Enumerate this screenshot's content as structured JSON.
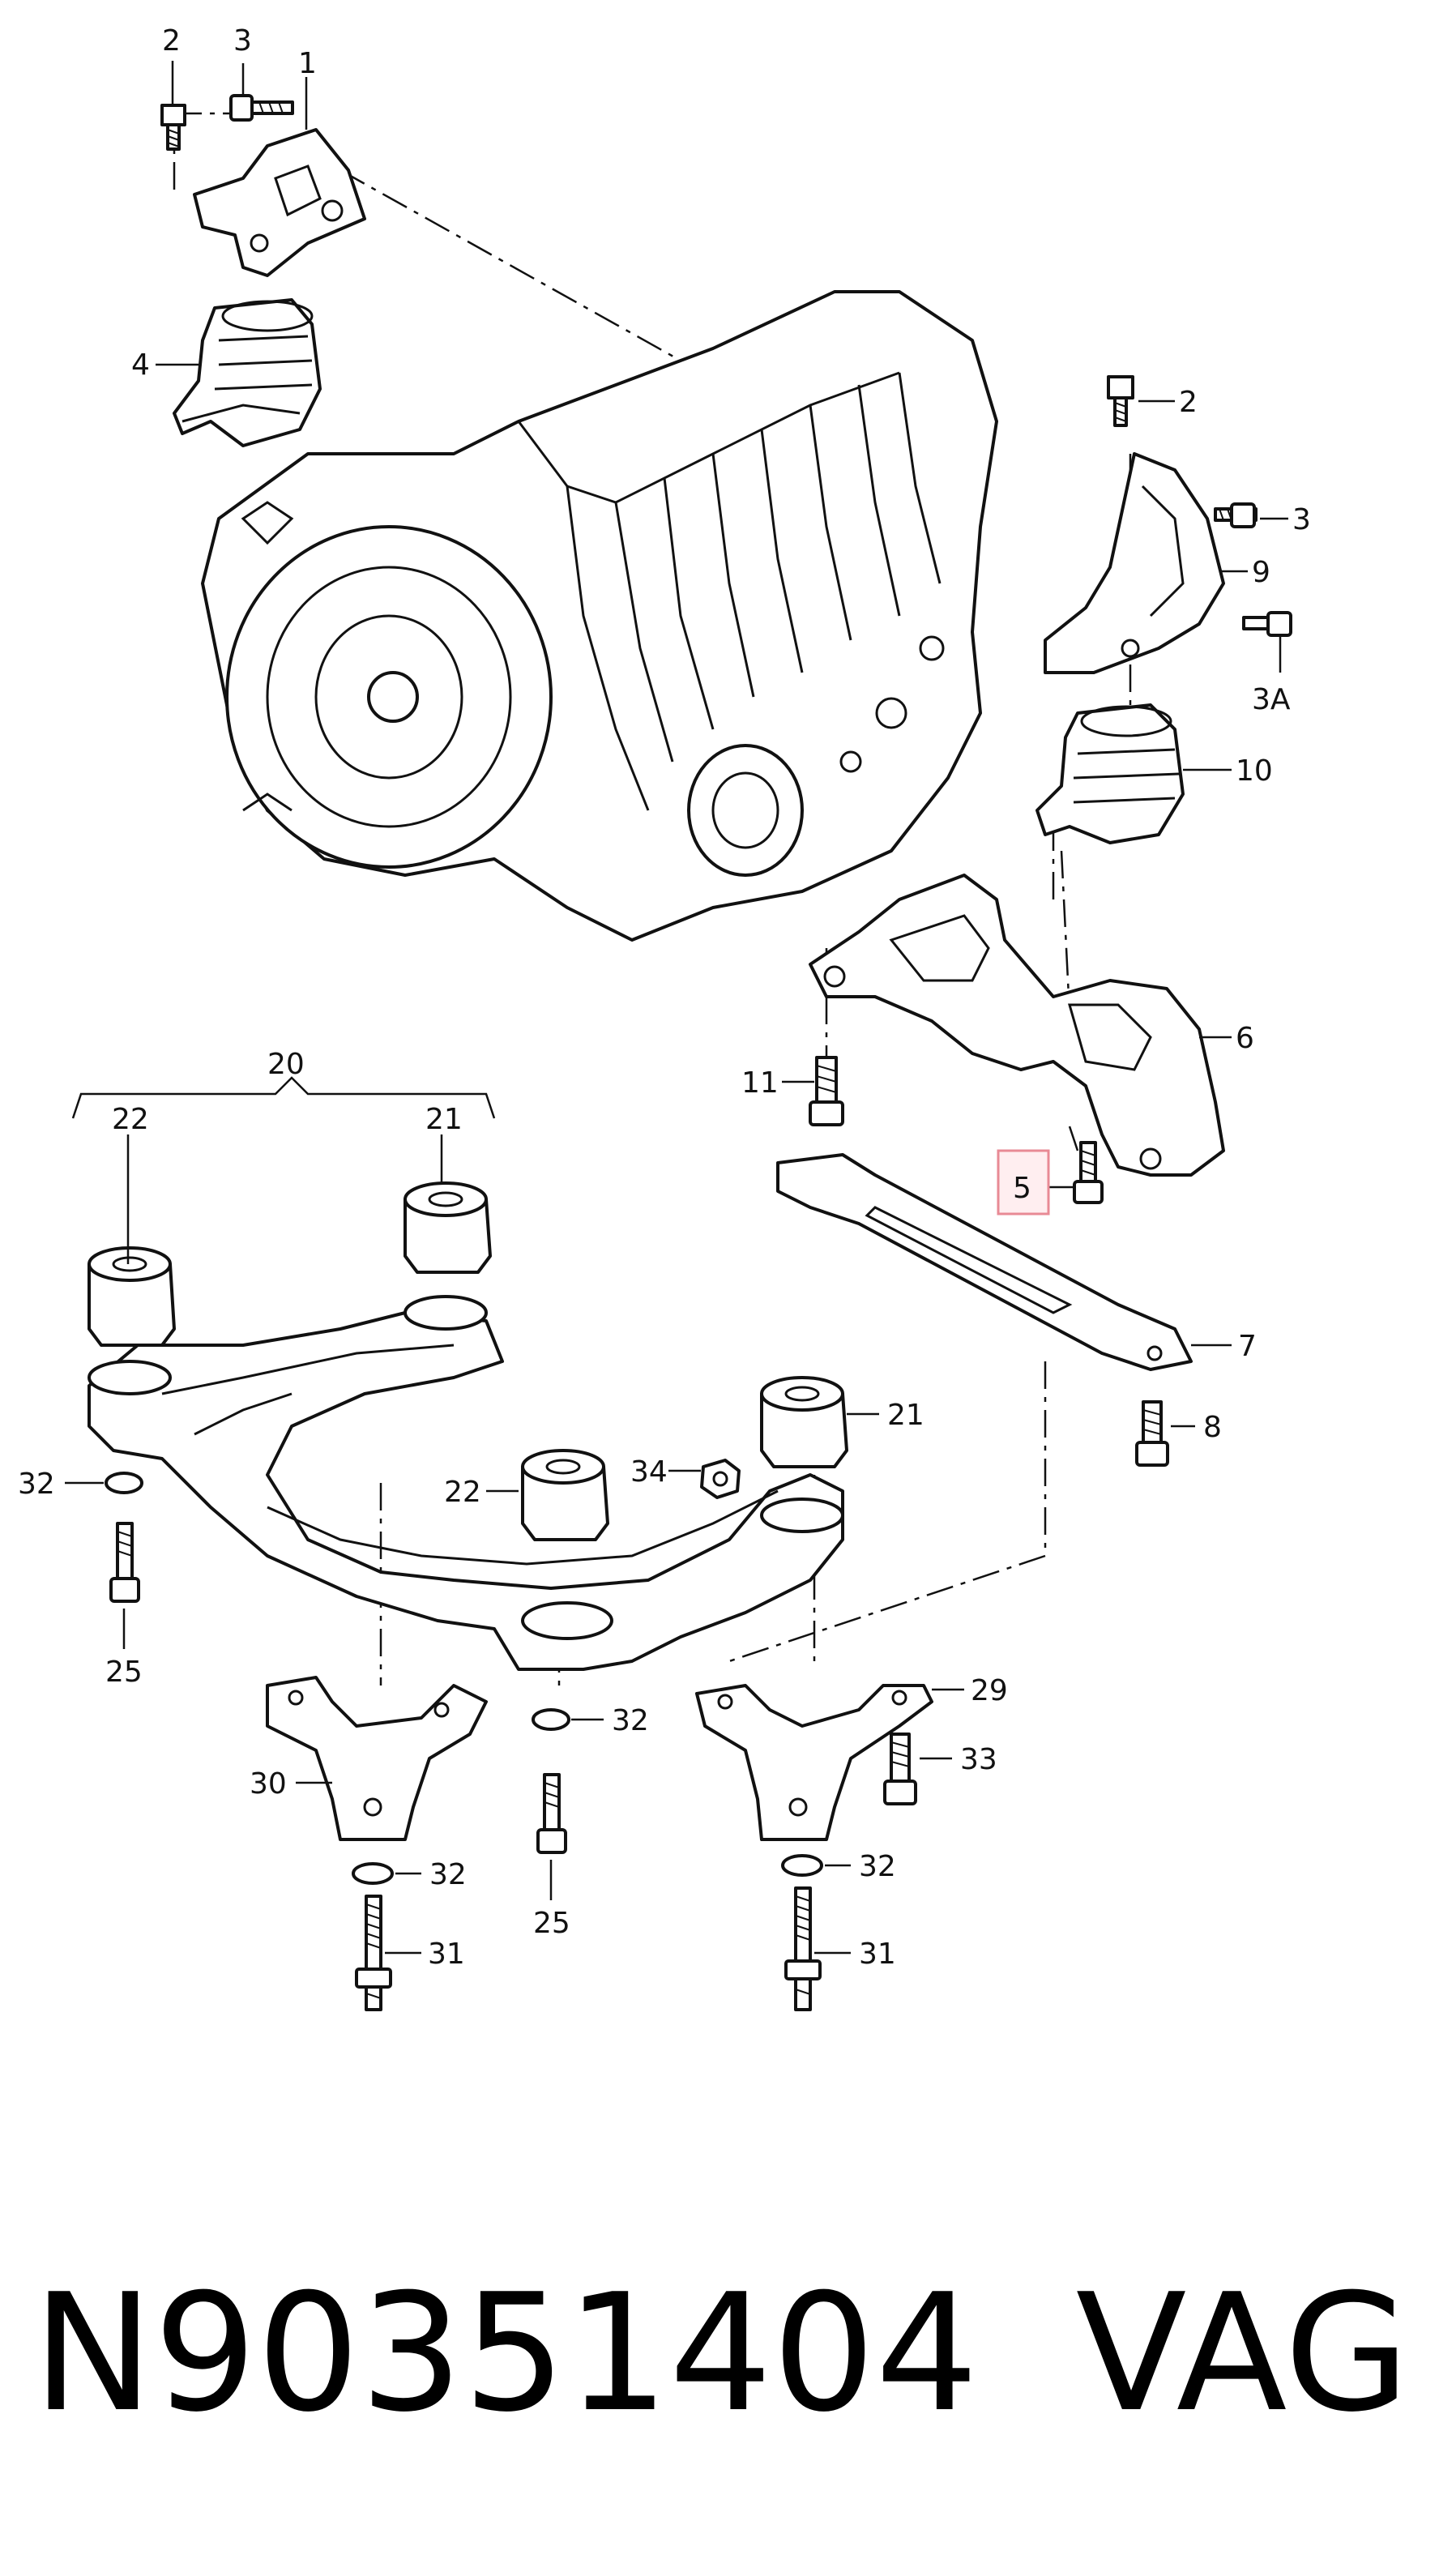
{
  "callouts": {
    "c1": "1",
    "c2a": "2",
    "c3a": "3",
    "c4": "4",
    "c2b": "2",
    "c3b": "3",
    "c9": "9",
    "c3A": "3A",
    "c10": "10",
    "c6": "6",
    "c11": "11",
    "c5": "5",
    "c7": "7",
    "c8": "8",
    "c20": "20",
    "c22a": "22",
    "c21a": "21",
    "c21b": "21",
    "c22b": "22",
    "c34": "34",
    "c32a": "32",
    "c25a": "25",
    "c29": "29",
    "c30": "30",
    "c32b": "32",
    "c33": "33",
    "c25b": "25",
    "c32c": "32",
    "c32d": "32",
    "c31a": "31",
    "c31b": "31"
  },
  "highlight": {
    "callout": "5",
    "color": "#e88a95"
  },
  "caption": {
    "part_number": "N90351404",
    "brand": "VAG"
  }
}
